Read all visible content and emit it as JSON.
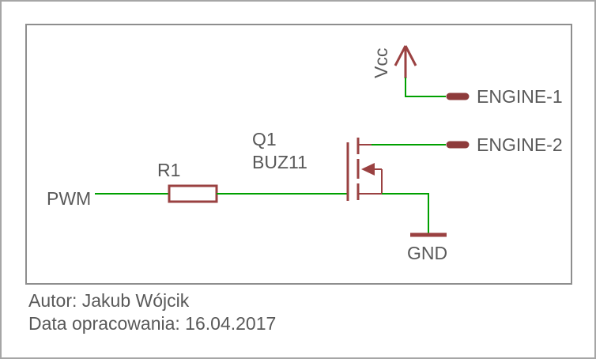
{
  "schematic": {
    "labels": {
      "pwm": "PWM",
      "r1_ref": "R1",
      "q1_ref": "Q1",
      "q1_value": "BUZ11",
      "vcc": "Vcc",
      "engine1": "ENGINE-1",
      "engine2": "ENGINE-2",
      "gnd": "GND"
    }
  },
  "footer": {
    "author": "Autor: Jakub Wójcik",
    "date": "Data opracowania: 16.04.2017"
  },
  "colors": {
    "wire_green": "#00a000",
    "symbol_red": "#9a4141",
    "pad_red": "#8e3b3b",
    "text_gray": "#595959",
    "frame_gray": "#8e8e8e"
  }
}
